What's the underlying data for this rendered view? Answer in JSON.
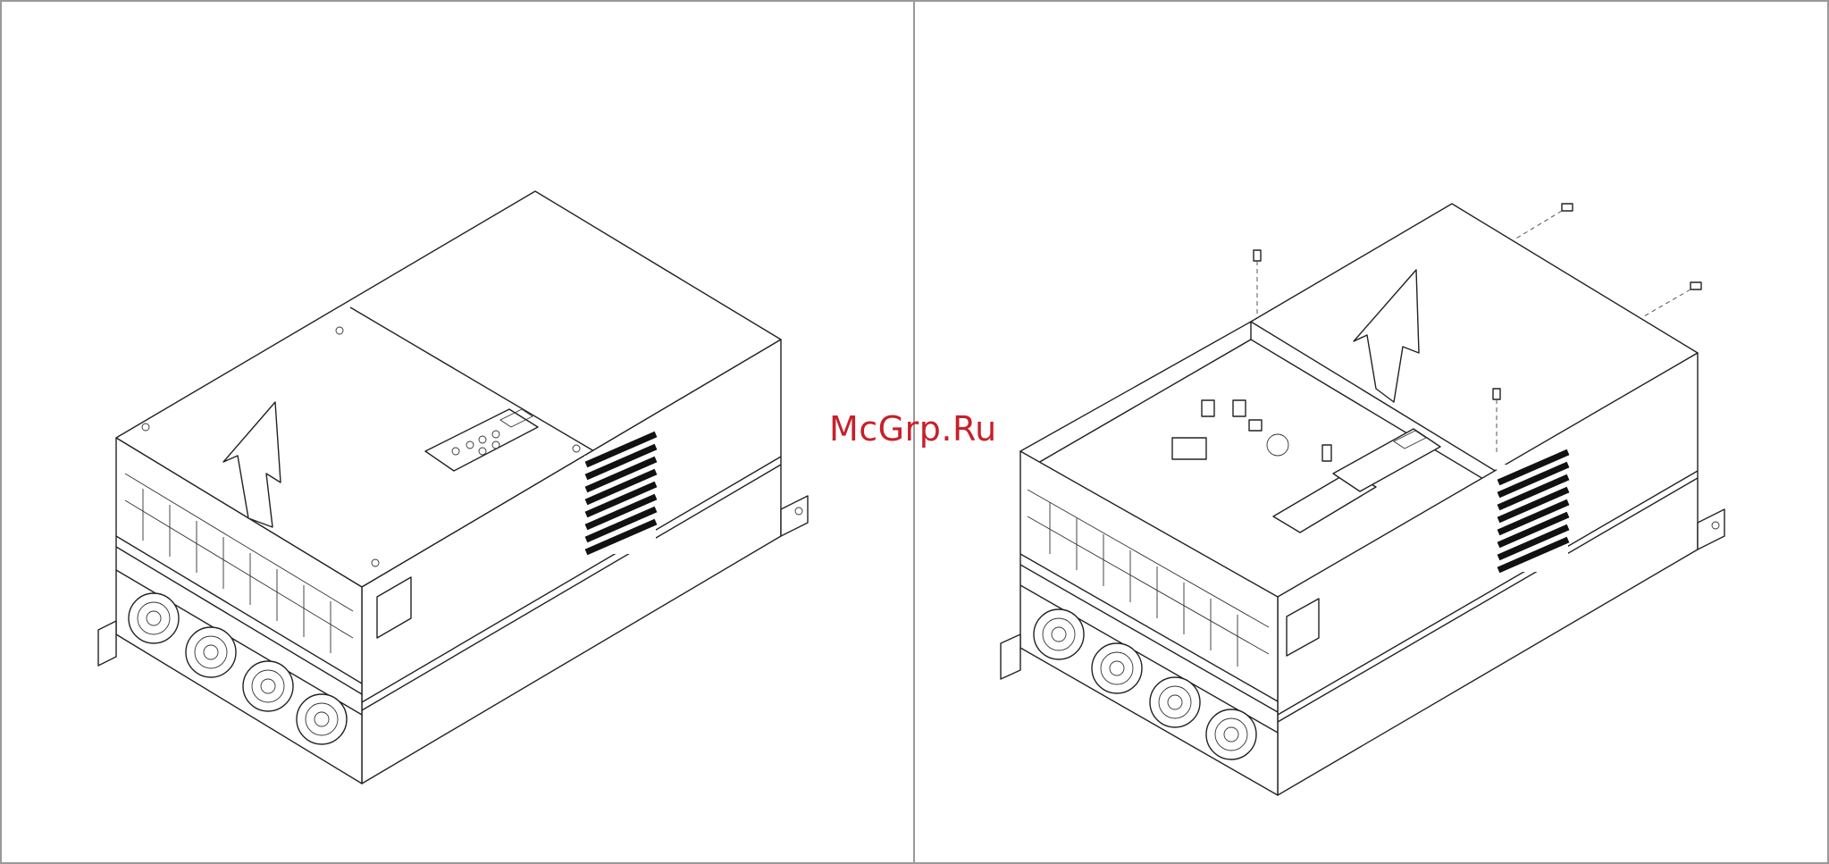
{
  "watermark": {
    "text": "McGrp.Ru"
  },
  "panels": [
    {
      "name": "cover-closed",
      "description": ""
    },
    {
      "name": "cover-removed",
      "description": ""
    }
  ],
  "colors": {
    "line": "#222222",
    "frame": "#999999",
    "watermark": "#c8202a"
  },
  "icons": [
    "arrow-icon",
    "screw-icon",
    "fan-icon",
    "keypad-icon",
    "vent-grille-icon"
  ]
}
